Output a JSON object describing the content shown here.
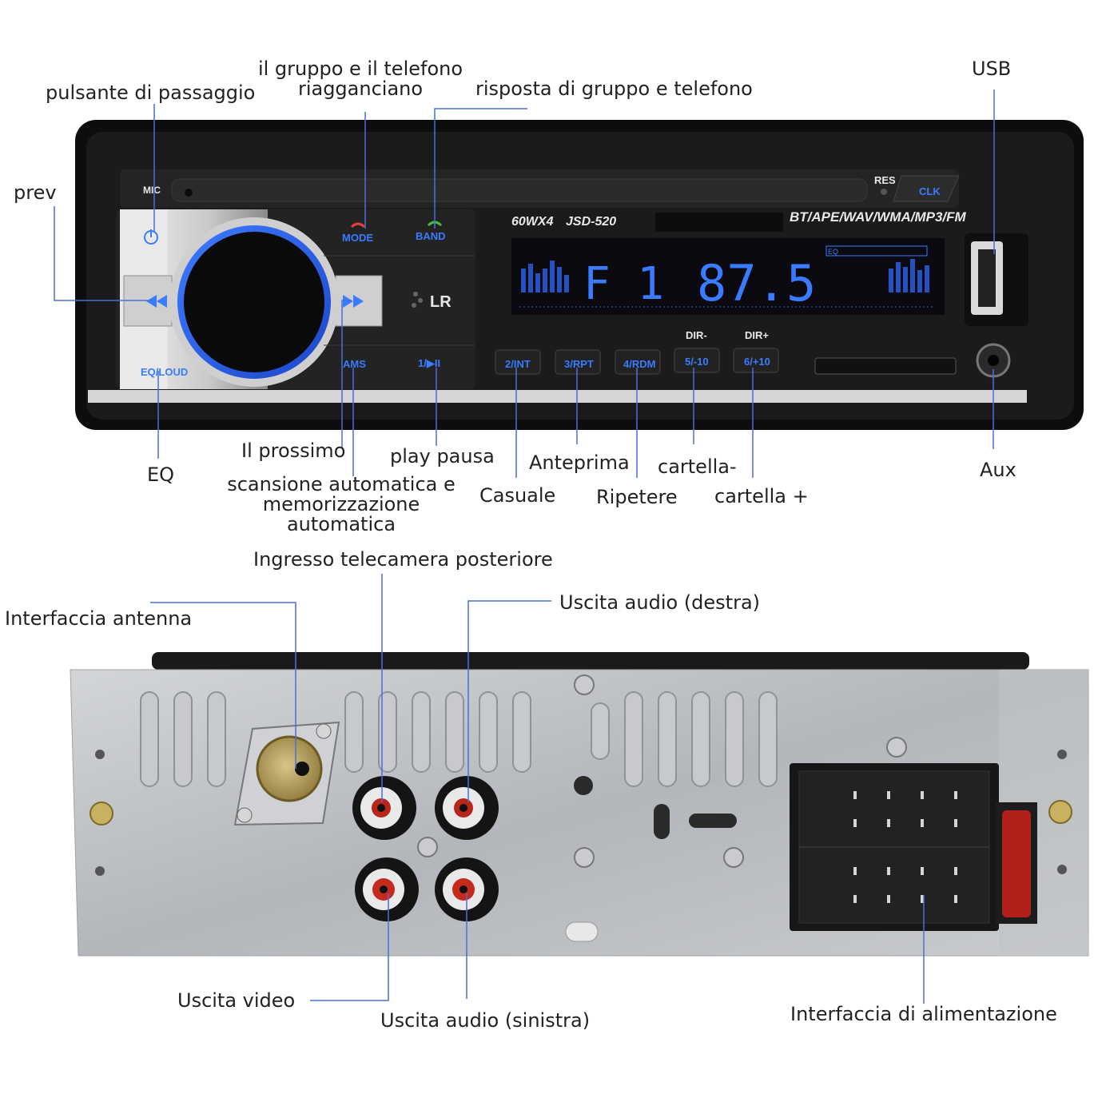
{
  "diagram": {
    "front": {
      "mic": "MIC",
      "res": "RES",
      "clk": "CLK",
      "mode": "MODE",
      "band": "BAND",
      "lr": "LR",
      "ams": "AMS",
      "play_pause": "1/▶II",
      "eq_loud": "EQ/LOUD",
      "model_power": "60WX4",
      "model_name": "JSD-520",
      "formats": "BT/APE/WAV/WMA/MP3/FM",
      "display_band": "F 1",
      "display_freq": "87.5",
      "display_eq": "EQ",
      "preset_2": "2/INT",
      "preset_3": "3/RPT",
      "preset_4": "4/RDM",
      "preset_5": "5/-10",
      "preset_6": "6/+10",
      "dir_minus": "DIR-",
      "dir_plus": "DIR+"
    },
    "labels": {
      "power_button": "pulsante di passaggio",
      "hang_up": "il gruppo e il telefono riagganciano",
      "answer": "risposta di gruppo e telefono",
      "usb": "USB",
      "prev": "prev",
      "eq": "EQ",
      "next": "Il prossimo",
      "auto_scan": "scansione automatica e memorizzazione automatica",
      "play_pause": "play pausa",
      "random": "Casuale",
      "preview": "Anteprima",
      "repeat": "Ripetere",
      "folder_minus": "cartella-",
      "folder_plus": "cartella +",
      "aux": "Aux",
      "rear_camera": "Ingresso telecamera posteriore",
      "audio_right": "Uscita audio (destra)",
      "antenna": "Interfaccia antenna",
      "video_out": "Uscita video",
      "audio_left": "Uscita audio (sinistra)",
      "power_interface": "Interfaccia di alimentazione"
    }
  },
  "colors": {
    "leader_line": "#4a6fd8",
    "display_blue": "#3b7bff",
    "unit_body": "#151515",
    "metal_panel": "#b9bcc0"
  }
}
